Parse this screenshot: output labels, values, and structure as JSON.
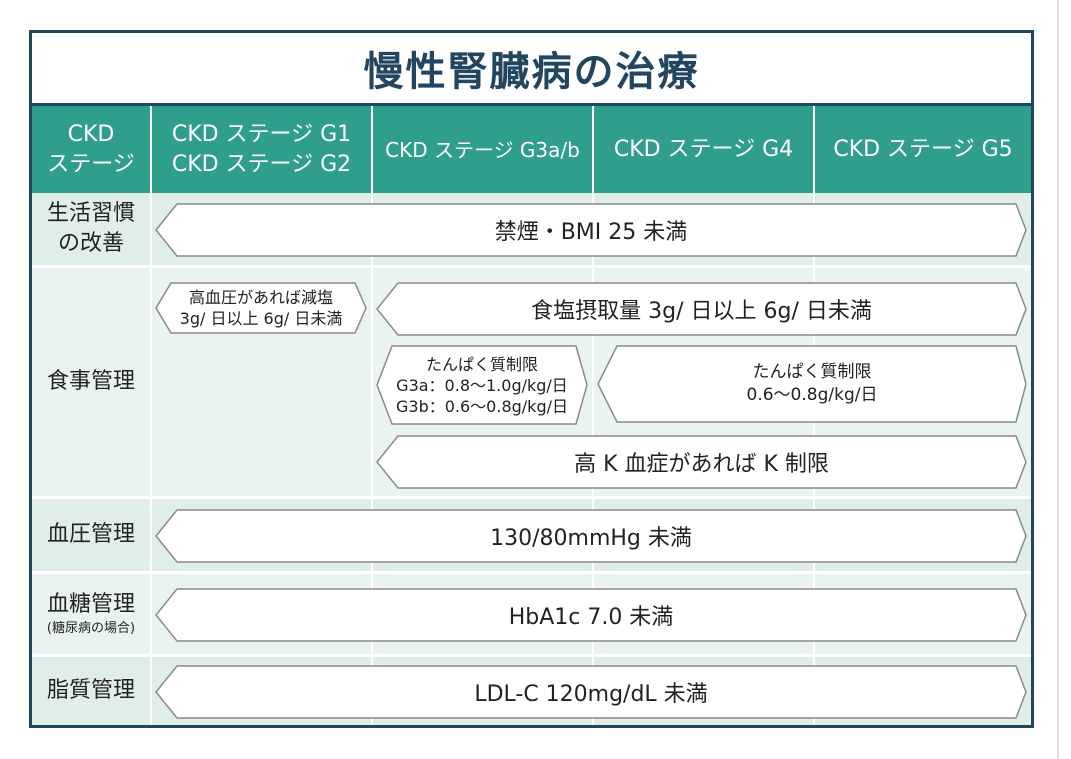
{
  "title": "慢性腎臓病の治療",
  "colors": {
    "frame": "#22465f",
    "header": "#2f9e8a",
    "row_bg": "#e8f2ec"
  },
  "header": {
    "col0": [
      "CKD",
      "ステージ"
    ],
    "col1": [
      "CKD ステージ G1",
      "CKD ステージ G2"
    ],
    "col2": "CKD ステージ G3a/b",
    "col3": "CKD ステージ G4",
    "col4": "CKD ステージ G5"
  },
  "rows": {
    "lifestyle": {
      "label": [
        "生活習慣",
        "の改善"
      ],
      "arrow": "禁煙・BMI 25 未満"
    },
    "diet": {
      "label": "食事管理",
      "salt_early": [
        "高血圧があれば減塩",
        "3g/ 日以上 6g/ 日未満"
      ],
      "salt": "食塩摂取量 3g/ 日以上 6g/ 日未満",
      "protein_g3": [
        "たんぱく質制限",
        "G3a：0.8〜1.0g/kg/日",
        "G3b：0.6〜0.8g/kg/日"
      ],
      "protein_g45": [
        "たんぱく質制限",
        "0.6〜0.8g/kg/日"
      ],
      "potassium": "高 K 血症があれば K 制限"
    },
    "bp": {
      "label": "血圧管理",
      "arrow": "130/80mmHg 未満"
    },
    "glucose": {
      "label": "血糖管理",
      "note": "(糖尿病の場合)",
      "arrow": "HbA1c 7.0 未満"
    },
    "lipid": {
      "label": "脂質管理",
      "arrow": "LDL-C 120mg/dL 未満"
    }
  }
}
